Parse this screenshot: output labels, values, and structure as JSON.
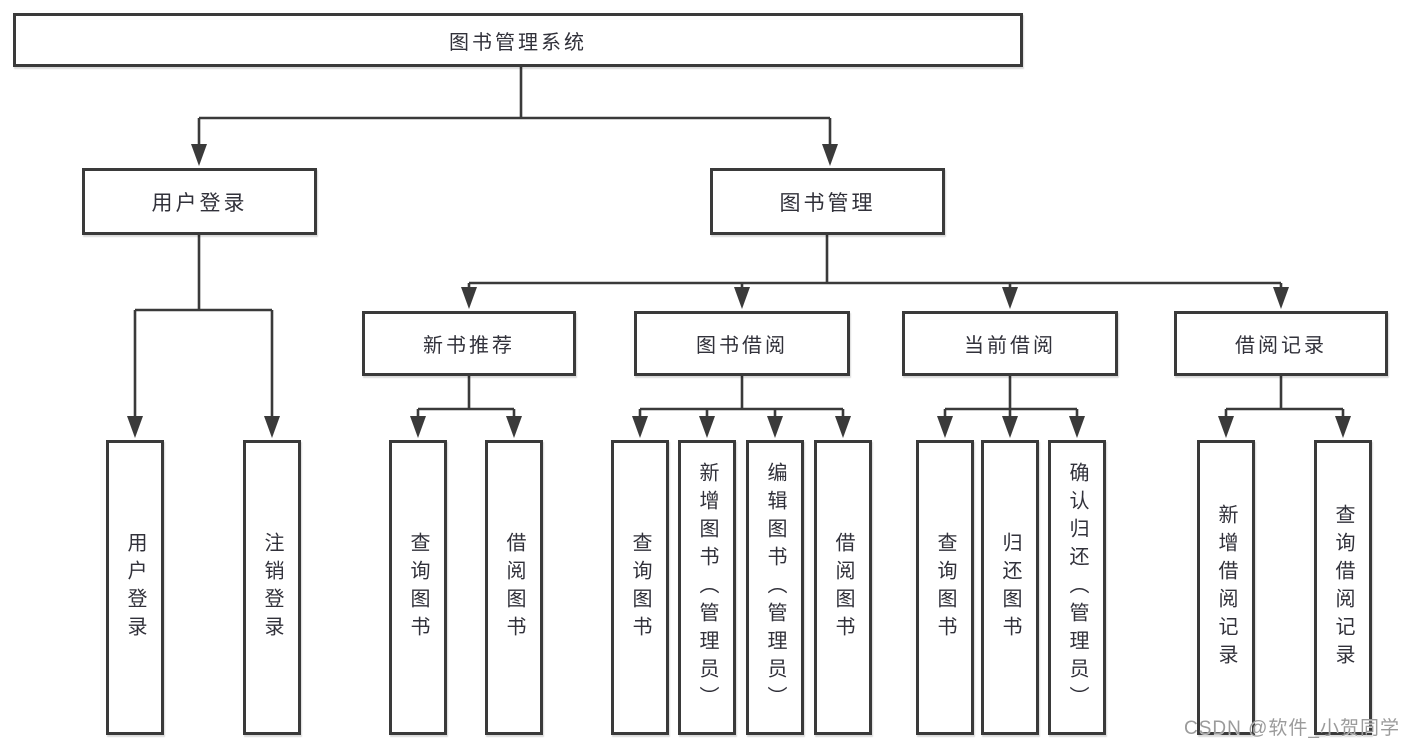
{
  "diagram": {
    "root": {
      "label": "图书管理系统"
    },
    "level2": [
      {
        "label": "用户登录"
      },
      {
        "label": "图书管理"
      }
    ],
    "level3": [
      {
        "label": "新书推荐"
      },
      {
        "label": "图书借阅"
      },
      {
        "label": "当前借阅"
      },
      {
        "label": "借阅记录"
      }
    ],
    "leaves": [
      {
        "label": "用户登录",
        "parent": "用户登录"
      },
      {
        "label": "注销登录",
        "parent": "用户登录"
      },
      {
        "label": "查询图书",
        "parent": "新书推荐"
      },
      {
        "label": "借阅图书",
        "parent": "新书推荐"
      },
      {
        "label": "查询图书",
        "parent": "图书借阅"
      },
      {
        "label": "新增图书（管理员）",
        "parent": "图书借阅"
      },
      {
        "label": "编辑图书（管理员）",
        "parent": "图书借阅"
      },
      {
        "label": "借阅图书",
        "parent": "图书借阅"
      },
      {
        "label": "查询图书",
        "parent": "当前借阅"
      },
      {
        "label": "归还图书",
        "parent": "当前借阅"
      },
      {
        "label": "确认归还（管理员）",
        "parent": "当前借阅"
      },
      {
        "label": "新增借阅记录",
        "parent": "借阅记录"
      },
      {
        "label": "查询借阅记录",
        "parent": "借阅记录"
      }
    ],
    "colors": {
      "line": "#3a3a3a",
      "text": "#31313a",
      "watermark": "#9b9b9b"
    },
    "watermark": "CSDN @软件_小贺同学"
  }
}
